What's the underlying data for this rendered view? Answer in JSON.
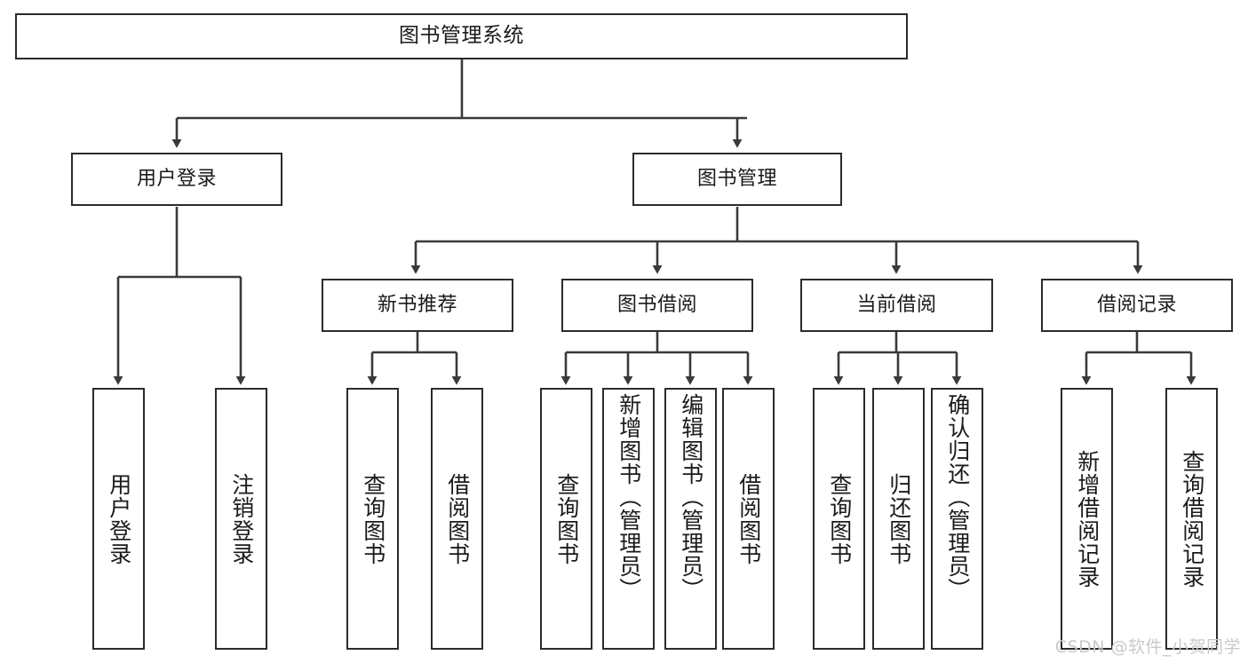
{
  "diagram": {
    "title": "图书管理系统",
    "type": "tree",
    "orientation": "top-down",
    "colors": {
      "box_border": "#2b2b2b",
      "box_fill": "#ffffff",
      "edge": "#3a3a3a",
      "text": "#1a1a1a",
      "watermark": "#c9c9c9",
      "background": "#ffffff"
    },
    "nodes": {
      "root": {
        "label": "图书管理系统"
      },
      "level2": [
        {
          "id": "user-login",
          "label": "用户登录"
        },
        {
          "id": "book-management",
          "label": "图书管理"
        }
      ],
      "level3": [
        {
          "id": "new-book-recommend",
          "label": "新书推荐"
        },
        {
          "id": "book-borrow",
          "label": "图书借阅"
        },
        {
          "id": "current-borrow",
          "label": "当前借阅"
        },
        {
          "id": "borrow-record",
          "label": "借阅记录"
        }
      ],
      "leaves": {
        "user-login": [
          {
            "id": "leaf-user-login",
            "label": "用户登录"
          },
          {
            "id": "leaf-logout-login",
            "label": "注销登录"
          }
        ],
        "new-book-recommend": [
          {
            "id": "leaf-query-book-1",
            "label": "查询图书"
          },
          {
            "id": "leaf-borrow-book-1",
            "label": "借阅图书"
          }
        ],
        "book-borrow": [
          {
            "id": "leaf-query-book-2",
            "label": "查询图书"
          },
          {
            "id": "leaf-add-book",
            "label": "新增图书（管理员）"
          },
          {
            "id": "leaf-edit-book",
            "label": "编辑图书（管理员）"
          },
          {
            "id": "leaf-borrow-book-2",
            "label": "借阅图书"
          }
        ],
        "current-borrow": [
          {
            "id": "leaf-query-book-3",
            "label": "查询图书"
          },
          {
            "id": "leaf-return-book",
            "label": "归还图书"
          },
          {
            "id": "leaf-confirm-return",
            "label": "确认归还（管理员）"
          }
        ],
        "borrow-record": [
          {
            "id": "leaf-add-record",
            "label": "新增借阅记录"
          },
          {
            "id": "leaf-query-record",
            "label": "查询借阅记录"
          }
        ]
      }
    },
    "watermark": "CSDN @软件_小贺同学"
  }
}
